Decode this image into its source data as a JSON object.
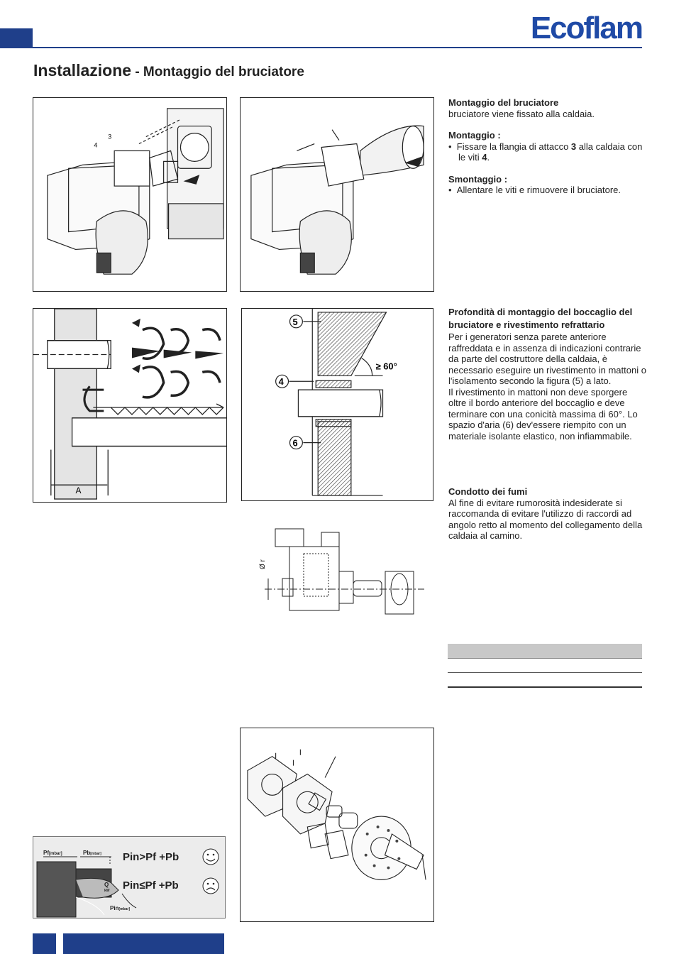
{
  "header": {
    "brand": "Ecoflam",
    "title": "Installazione",
    "subtitle": " - Montaggio del bruciatore"
  },
  "section_mount": {
    "heading": "Montaggio del bruciatore",
    "intro": "bruciatore viene fissato alla caldaia.",
    "montaggio_heading": "Montaggio :",
    "montaggio_bullet_pre": "Fissare la flangia di attacco ",
    "montaggio_bullet_num1": "3",
    "montaggio_bullet_mid": " alla caldaia con le viti ",
    "montaggio_bullet_num2": "4",
    "montaggio_bullet_end": ".",
    "smontaggio_heading": "Smontaggio :",
    "smontaggio_bullet": "Allentare le viti e rimuovere il bruciatore."
  },
  "section_depth": {
    "heading": "Profondità di montaggio del boccaglio del bruciatore e rivestimento refrattario",
    "body1": "Per i generatori senza parete anteriore raffreddata e in assenza di indicazioni contrarie da parte del costruttore della caldaia, è necessario eseguire un rivestimento in mattoni o l'isolamento secondo la figura (5) a lato.",
    "body2": "Il rivestimento in mattoni non deve sporgere oltre il bordo anteriore del boccaglio e deve terminare con una conicità massima di 60°. Lo spazio d'aria (6) dev'essere riempito con un materiale isolante elastico, non infiammabile."
  },
  "section_flue": {
    "heading": "Condotto dei fumi",
    "body": "Al fine di evitare rumorosità indesiderate si raccomanda di evitare l'utilizzo di raccordi ad angolo retto al momento del collegamento della caldaia al camino."
  },
  "fig1": {
    "label_4": "4",
    "label_3": "3"
  },
  "fig_flame": {
    "label_a": "A"
  },
  "fig_refractory": {
    "label_5": "5",
    "label_4": "4",
    "label_6": "6",
    "angle": "60°"
  },
  "fig_valve": {
    "label_r": "Ø r"
  },
  "gauge": {
    "pf_label": "Pf",
    "pf_unit": "[mbar]",
    "pb_label": "Pb",
    "pb_unit": "[mbar]",
    "pin_label": "Pin",
    "pin_unit": "[mbar]",
    "q_label": "Q",
    "q_unit": "kW",
    "formula_ok": "Pin>Pf +Pb",
    "formula_bad": "Pin≤Pf +Pb"
  },
  "colors": {
    "brand_blue": "#1f3f8a",
    "logo_blue": "#1f4aa6"
  }
}
